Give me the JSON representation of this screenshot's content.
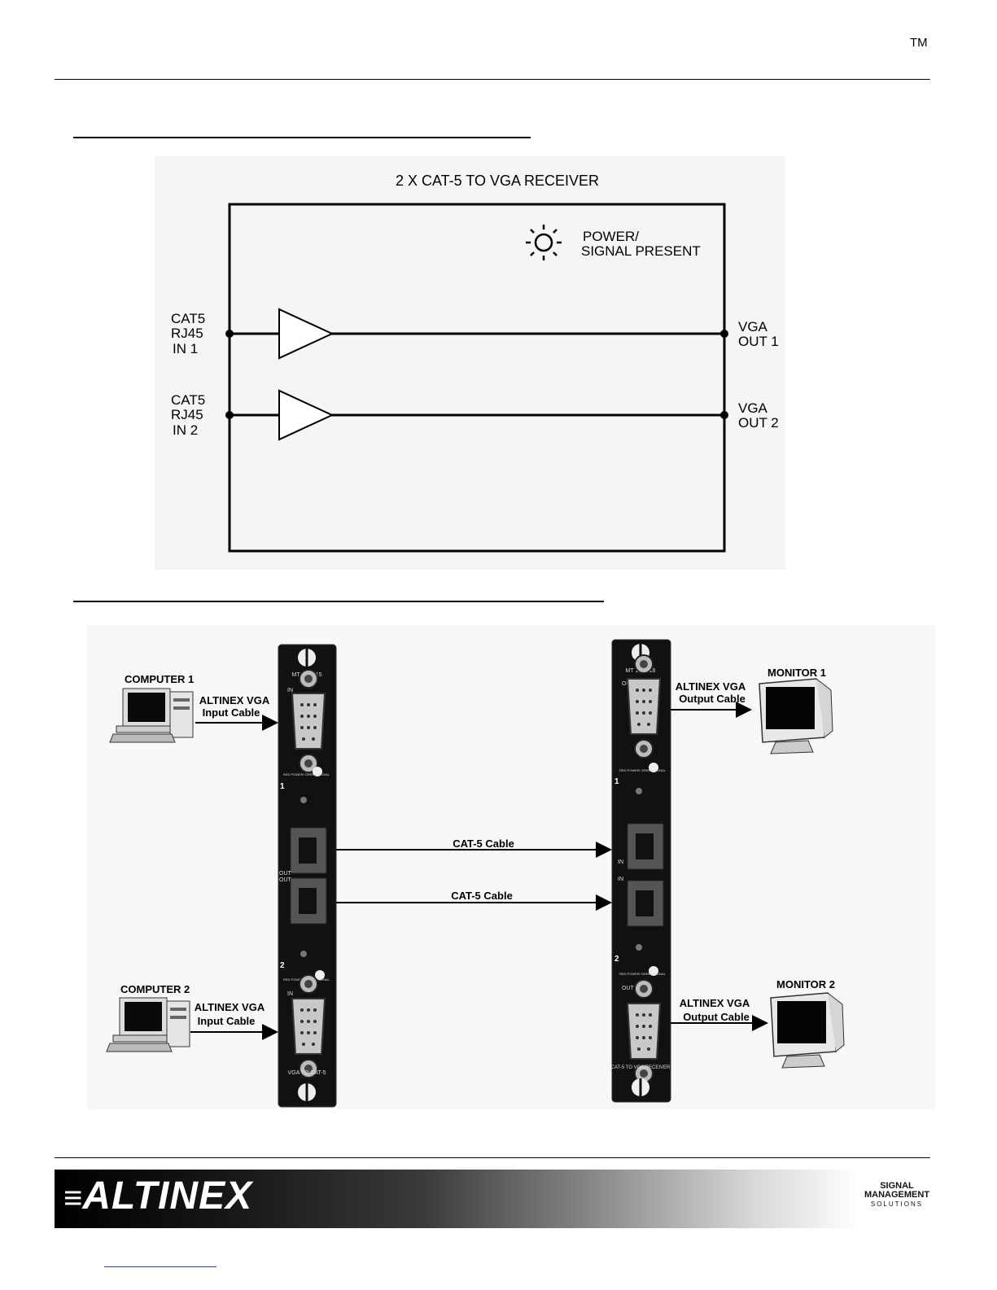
{
  "header": {
    "tm": "TM"
  },
  "block_diagram": {
    "title": "2 X CAT-5 TO VGA RECEIVER",
    "power_label_1": "POWER/",
    "power_label_2": "SIGNAL PRESENT",
    "in1": [
      "CAT5",
      "RJ45",
      "IN 1"
    ],
    "in2": [
      "CAT5",
      "RJ45",
      "IN 2"
    ],
    "out1": [
      "VGA",
      "OUT 1"
    ],
    "out2": [
      "VGA",
      "OUT 2"
    ]
  },
  "connection_diagram": {
    "computer1": "COMPUTER 1",
    "computer2": "COMPUTER 2",
    "monitor1": "MONITOR 1",
    "monitor2": "MONITOR 2",
    "input_cable_1": "ALTINEX VGA",
    "input_cable_2": "Input Cable",
    "output_cable_1": "ALTINEX VGA",
    "output_cable_2": "Output Cable",
    "cat5_cable": "CAT-5 Cable",
    "tx_card": {
      "model": "MT 105-115",
      "bottom": "VGA TO CAT-5",
      "in": "IN",
      "out": "OUT",
      "led": "RED POWER/ GREEN SIGNAL",
      "ch1": "1",
      "ch2": "2"
    },
    "rx_card": {
      "model": "MT 105-116",
      "bottom": "CAT-5 TO VGA RECEIVER",
      "in": "IN",
      "out": "OUT",
      "led": "RED POWER/ GREEN SIGNAL",
      "ch1": "1",
      "ch2": "2"
    }
  },
  "footer": {
    "logo": "ALTINEX",
    "sms_1": "SIGNAL",
    "sms_2": "MANAGEMENT",
    "sms_3": "SOLUTIONS"
  }
}
